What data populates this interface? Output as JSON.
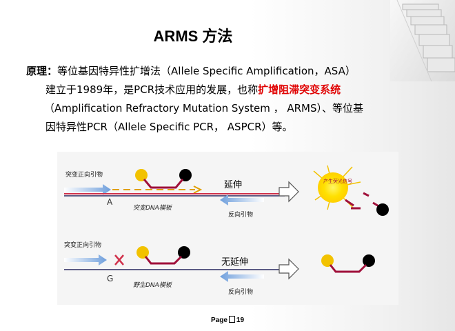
{
  "title": "ARMS 方法",
  "paragraph": {
    "label": "原理：",
    "line1": "等位基因特异性扩增法（Allele Specific Amplification，ASA）",
    "line2_pre": "建立于1989年，是PCR技术应用的发展，也称",
    "line2_red": "扩增阻滞突变系统",
    "line3": "（Amplification Refractory Mutation System ， ARMS）、等位基",
    "line4": "因特异性PCR（Allele Specific PCR， ASPCR）等。"
  },
  "diagram": {
    "top": {
      "forward_primer": "突变正向引物",
      "base": "A",
      "extend": "延伸",
      "template": "突变DNA模板",
      "reverse_primer": "反向引物",
      "signal": "产生荧光信号"
    },
    "bottom": {
      "forward_primer": "突变正向引物",
      "base": "G",
      "extend": "无延伸",
      "template": "野生DNA模板",
      "reverse_primer": "反向引物"
    }
  },
  "footer": {
    "prefix": "Page",
    "number": "19"
  },
  "colors": {
    "red_highlight": "#e00000",
    "yellow": "#f2c200",
    "crimson": "#a0103a",
    "blue_arrow": "#6f9fdc"
  }
}
